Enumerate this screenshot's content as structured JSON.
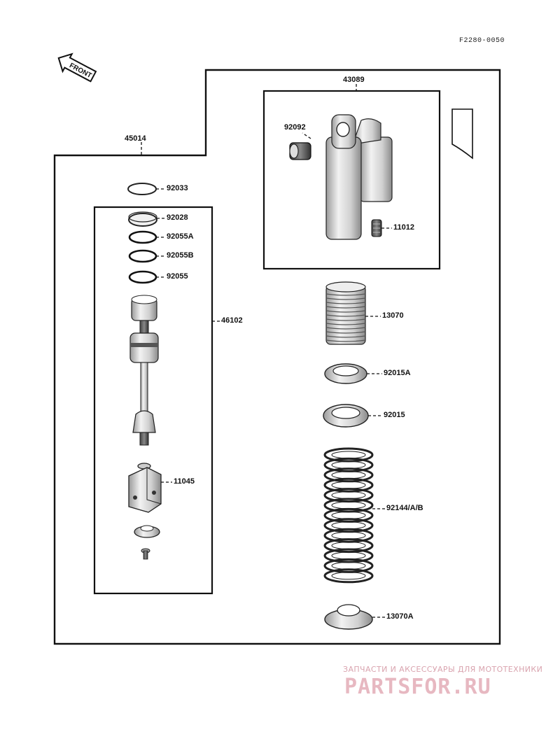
{
  "diagram_code": "F2280-0050",
  "front_arrow_text": "FRONT",
  "assembly_labels": {
    "shock_assembly": "45014",
    "reservoir_group": "43089",
    "damper_rod_group": "46102"
  },
  "part_labels": {
    "p92033": "92033",
    "p92028": "92028",
    "p92055A": "92055A",
    "p92055B": "92055B",
    "p92055": "92055",
    "p92092": "92092",
    "p11012": "11012",
    "p13070": "13070",
    "p92015A": "92015A",
    "p92015": "92015",
    "p92144": "92144/A/B",
    "p13070A": "13070A",
    "p11045": "11045"
  },
  "watermark": {
    "top": "ЗАПЧАСТИ И АКСЕССУАРЫ ДЛЯ МОТОТЕХНИКИ",
    "logo": "PARTSFOR.RU"
  }
}
